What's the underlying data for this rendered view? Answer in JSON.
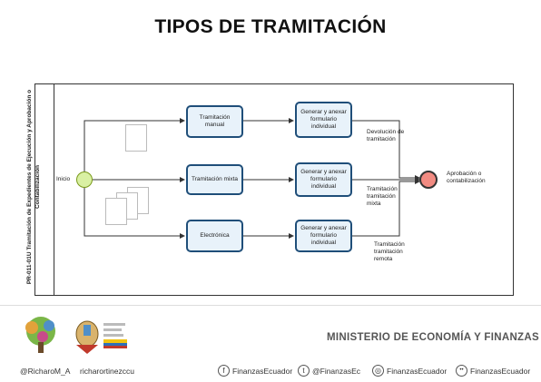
{
  "title": "TIPOS DE TRAMITACIÓN",
  "pool_label": "PR-011-01U Tramitación de Expedientes de Ejecución y Aprobación o Contabilización",
  "start_label": "Inicio",
  "tasks": [
    {
      "id": "t1",
      "label": "Tramitación manual"
    },
    {
      "id": "t2",
      "label": "Tramitación mixta"
    },
    {
      "id": "t3",
      "label": "Electrónica"
    },
    {
      "id": "t4",
      "label": "Generar y anexar formulario individual"
    },
    {
      "id": "t5",
      "label": "Generar y anexar formulario individual"
    },
    {
      "id": "t6",
      "label": "Generar y anexar formulario individual"
    }
  ],
  "notes": [
    "Devolución de tramitación",
    "Tramitación tramitación mixta",
    "Tramitación tramitación remota"
  ],
  "end_label": "Aprobación o contabilización",
  "footer": {
    "org": "MINISTERIO DE ECONOMÍA Y FINANZAS",
    "handles": [
      "@RicharoM_A",
      "richarortinezccu"
    ],
    "social": [
      {
        "icon": "facebook-icon",
        "glyph": "f",
        "label": "FinanzasEcuador"
      },
      {
        "icon": "twitter-icon",
        "glyph": "t",
        "label": "@FinanzasEc"
      },
      {
        "icon": "instagram-icon",
        "glyph": "◎",
        "label": "FinanzasEcuador"
      },
      {
        "icon": "flickr-icon",
        "glyph": "••",
        "label": "FinanzasEcuador"
      }
    ]
  },
  "colors": {
    "task_border": "#1f4e79",
    "task_fill": "#e8f2fa",
    "start": "#d9f0a3",
    "end": "#f28b82"
  }
}
